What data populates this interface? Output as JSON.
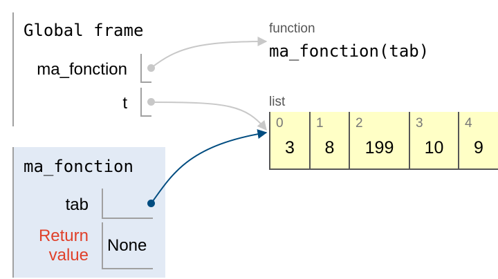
{
  "global_frame": {
    "title": "Global frame",
    "variables": [
      {
        "name": "ma_fonction"
      },
      {
        "name": "t"
      }
    ]
  },
  "function_object": {
    "type_label": "function",
    "signature": "ma_fonction(tab)"
  },
  "list_object": {
    "type_label": "list",
    "items": [
      {
        "index": "0",
        "value": "3"
      },
      {
        "index": "1",
        "value": "8"
      },
      {
        "index": "2",
        "value": "199"
      },
      {
        "index": "3",
        "value": "10"
      },
      {
        "index": "4",
        "value": "9"
      }
    ]
  },
  "call_frame": {
    "title": "ma_fonction",
    "variables": [
      {
        "name": "tab"
      }
    ],
    "return_label_line1": "Return",
    "return_label_line2": "value",
    "return_value": "None"
  },
  "colors": {
    "frame_border": "#a0a0a0",
    "list_cell_bg": "#ffffc6",
    "call_frame_bg": "#e2eaf5",
    "return_label": "#e0402a",
    "global_pointer": "#c8c8c8",
    "active_pointer": "#004c80"
  }
}
